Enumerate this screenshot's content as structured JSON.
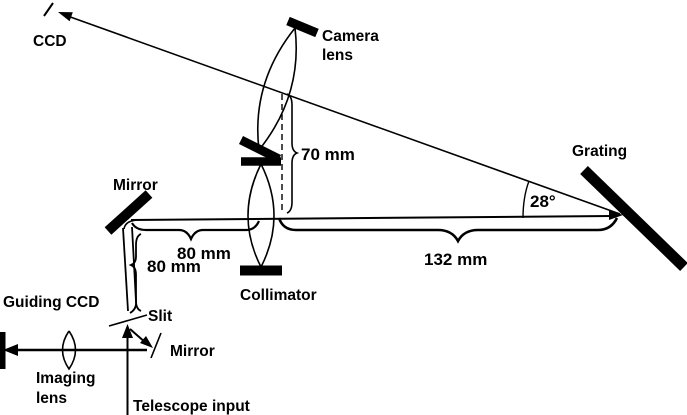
{
  "diagram": {
    "kind": "spectrograph-optical-layout",
    "background_color": "#ffffff",
    "ink_color": "#000000"
  },
  "labels": {
    "ccd": "CCD",
    "camera_lens_line1": "Camera",
    "camera_lens_line2": "lens",
    "grating": "Grating",
    "mirror_top": "Mirror",
    "collimator": "Collimator",
    "guiding_ccd": "Guiding CCD",
    "slit": "Slit",
    "mirror_bottom": "Mirror",
    "imaging_lens_line1": "Imaging",
    "imaging_lens_line2": "lens",
    "telescope_input": "Telescope input"
  },
  "measurements": {
    "camera_lens_to_beam_axis": "70 mm",
    "mirror_to_collimator": "80 mm",
    "mirror_to_slit": "80 mm",
    "collimator_to_grating": "132 mm",
    "grating_diffraction_angle": "28°"
  }
}
